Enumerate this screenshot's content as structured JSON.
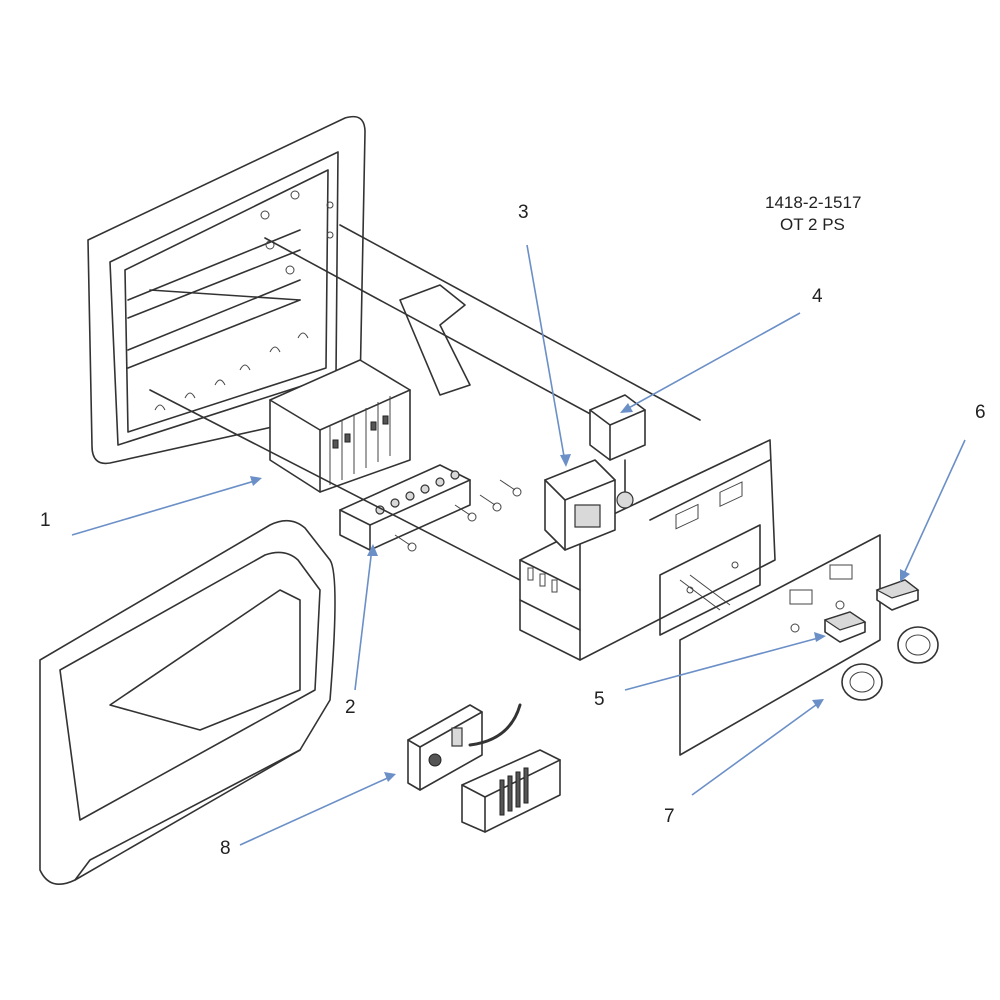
{
  "diagram": {
    "code_line_1": "1418-2-1517",
    "code_line_2": "OT 2 PS",
    "callouts": [
      {
        "id": "1",
        "label": "1"
      },
      {
        "id": "2",
        "label": "2"
      },
      {
        "id": "3",
        "label": "3"
      },
      {
        "id": "4",
        "label": "4"
      },
      {
        "id": "5",
        "label": "5"
      },
      {
        "id": "6",
        "label": "6"
      },
      {
        "id": "7",
        "label": "7"
      },
      {
        "id": "8",
        "label": "8"
      }
    ],
    "colors": {
      "leader": "#6b8fc7",
      "line": "#333333",
      "background": "#ffffff"
    }
  }
}
